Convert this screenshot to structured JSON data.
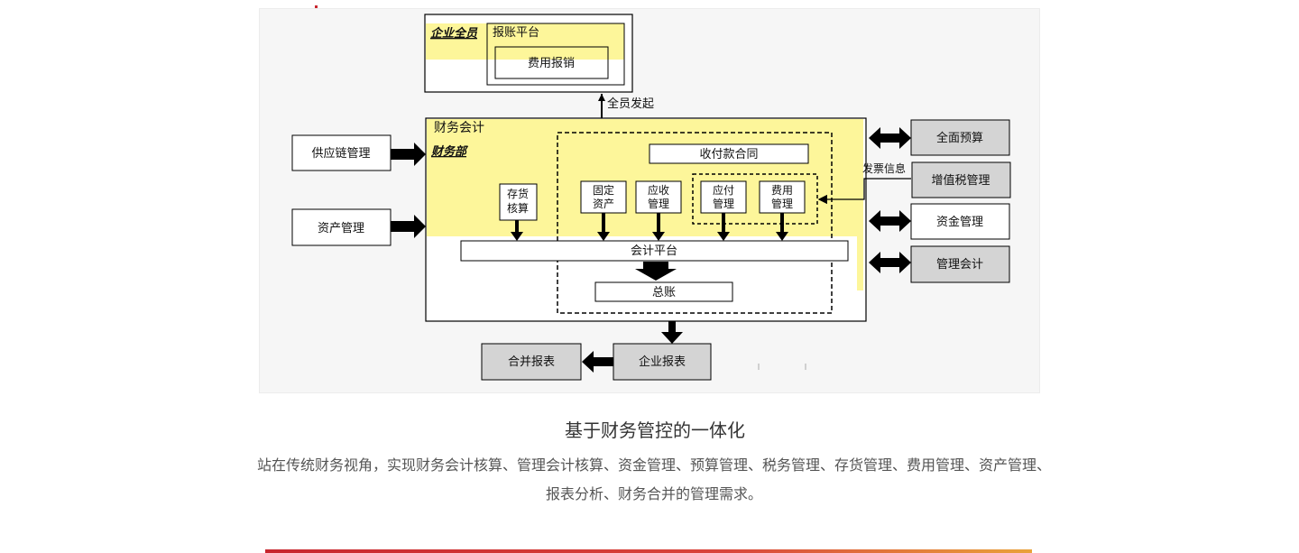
{
  "diagram": {
    "enterprise_all_staff": "企业全员",
    "reimbursement_platform": "报账平台",
    "expense_reimbursement": "费用报销",
    "all_staff_initiate": "全员发起",
    "finance_accounting": "财务会计",
    "finance_department": "财务部",
    "supply_chain": "供应链管理",
    "asset_management": "资产管理",
    "inventory_accounting": "存货\n核算",
    "fixed_assets": "固定\n资产",
    "receivables": "应收\n管理",
    "payment_contract": "收付款合同",
    "payables": "应付\n管理",
    "expense_management": "费用\n管理",
    "accounting_platform": "会计平台",
    "general_ledger": "总账",
    "invoice_info": "发票信息",
    "comprehensive_budget": "全面预算",
    "vat_management": "增值税管理",
    "fund_management": "资金管理",
    "management_accounting": "管理会计",
    "consolidated_statements": "合并报表",
    "enterprise_statements": "企业报表"
  },
  "colors": {
    "highlight": "#fdf69a",
    "gray_box": "#d4d4d4",
    "accent": "#c8262e"
  },
  "section": {
    "title": "基于财务管控的一体化",
    "description_line1": "站在传统财务视角，实现财务会计核算、管理会计核算、资金管理、预算管理、税务管理、存货管理、费用管理、资产管理、",
    "description_line2": "报表分析、财务合并的管理需求。"
  }
}
